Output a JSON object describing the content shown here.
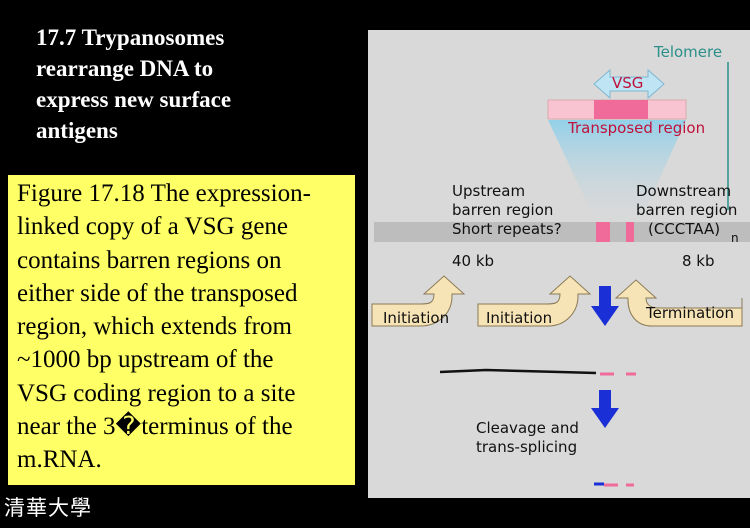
{
  "title_lines": [
    "17.7 Trypanosomes",
    "rearrange DNA to",
    "express new surface",
    "antigens"
  ],
  "caption_lines": [
    "Figure 17.18 The expression-",
    "linked copy of a VSG gene",
    "contains barren regions on",
    "either side of the transposed",
    "region, which extends from",
    "~1000 bp upstream of the",
    "VSG coding region to a site",
    "near the 3�terminus of the",
    "m.RNA."
  ],
  "logo_text": "清華大學",
  "diagram": {
    "telomere_label": "Telomere",
    "vsg_label": "VSG",
    "transposed_label": "Transposed region",
    "upstream_label": [
      "Upstream",
      "barren region",
      "Short repeats?"
    ],
    "downstream_label": [
      "Downstream",
      "barren region",
      "(CCCTAA)"
    ],
    "repeat_subscript": "n",
    "upstream_size": "40 kb",
    "downstream_size": "8 kb",
    "initiation_left": "Initiation",
    "initiation_right": "Initiation",
    "termination": "Termination",
    "cleavage_label": [
      "Cleavage and",
      "trans-splicing"
    ],
    "colors": {
      "pink": "#f06a9a",
      "light_pink": "#f8c4d2",
      "arrow_fill": "#f7e4b6",
      "blue": "#1a2fd6",
      "label_red": "#c0103a",
      "telomere_teal": "#2b8f8a",
      "vsg_arrow": "#bfe4f4",
      "caption_bg": "#ffff66"
    }
  }
}
